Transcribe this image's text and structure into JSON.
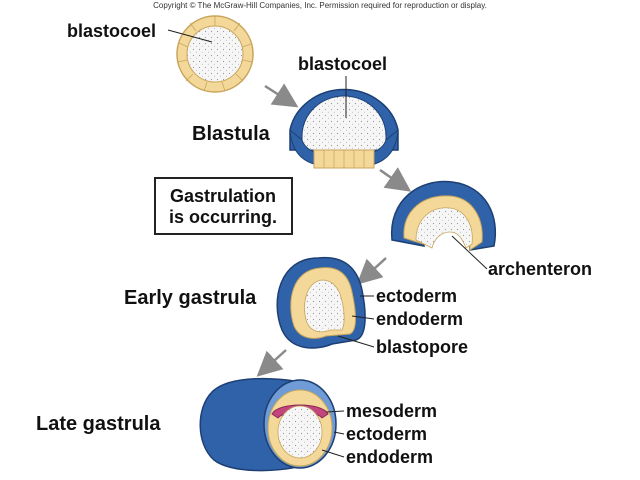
{
  "copyright": "Copyright © The McGraw-Hill Companies, Inc. Permission required for reproduction or display.",
  "labels": {
    "blastocoel_1": "blastocoel",
    "blastocoel_2": "blastocoel",
    "blastula": "Blastula",
    "gastrulation_line1": "Gastrulation",
    "gastrulation_line2": "is occurring.",
    "archenteron": "archenteron",
    "early_gastrula": "Early gastrula",
    "ectoderm_1": "ectoderm",
    "endoderm_1": "endoderm",
    "blastopore": "blastopore",
    "late_gastrula": "Late gastrula",
    "mesoderm": "mesoderm",
    "ectoderm_2": "ectoderm",
    "endoderm_2": "endoderm"
  },
  "colors": {
    "ectoderm_blue": "#2f62a8",
    "ectoderm_light": "#6f9bd6",
    "endoderm_yellow": "#f3d89a",
    "mesoderm_pink": "#c2457e",
    "cavity": "#f4f4f4",
    "arrow_gray": "#8a8a8a"
  }
}
